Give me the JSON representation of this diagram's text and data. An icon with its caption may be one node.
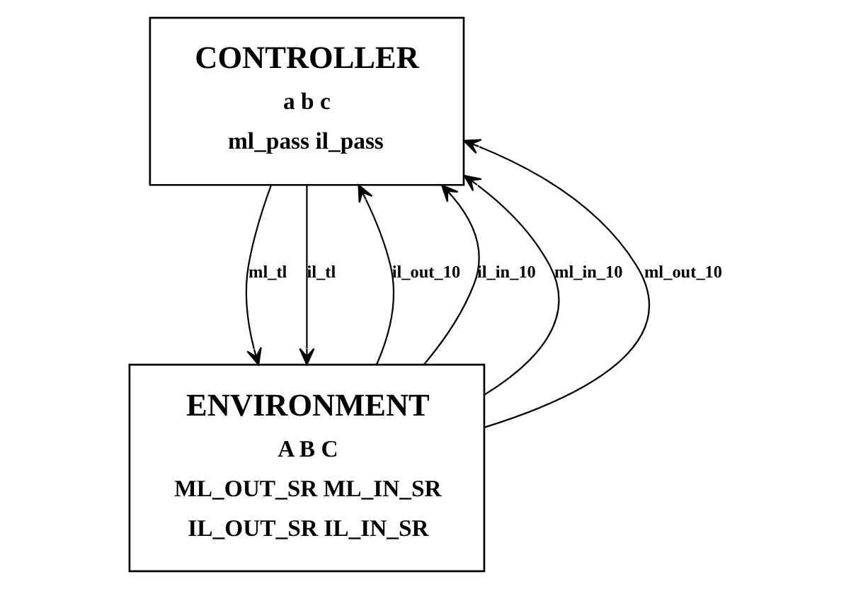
{
  "diagram": {
    "nodes": [
      {
        "text": [
          "CONTROLLER",
          "a b c",
          "ml_pass il_pass"
        ]
      },
      {
        "text": [
          "ENVIRONMENT",
          "A B C",
          "ML_OUT_SR ML_IN_SR",
          "IL_OUT_SR IL_IN_SR"
        ]
      }
    ],
    "edges": [
      {
        "from": 1,
        "to": 0,
        "arrow": "to",
        "label": "il_out_10"
      },
      {
        "from": 1,
        "to": 0,
        "arrow": "to",
        "label": "il_in_10"
      },
      {
        "from": 1,
        "to": 0,
        "arrow": "to",
        "label": "ml_in_10"
      },
      {
        "from": 1,
        "to": 0,
        "arrow": "to",
        "label": "ml_out_10"
      },
      {
        "from": 0,
        "to": 1,
        "arrow": "to",
        "label": "ml_tl"
      },
      {
        "from": 0,
        "to": 1,
        "arrow": "to",
        "label": "il_tl"
      }
    ]
  }
}
